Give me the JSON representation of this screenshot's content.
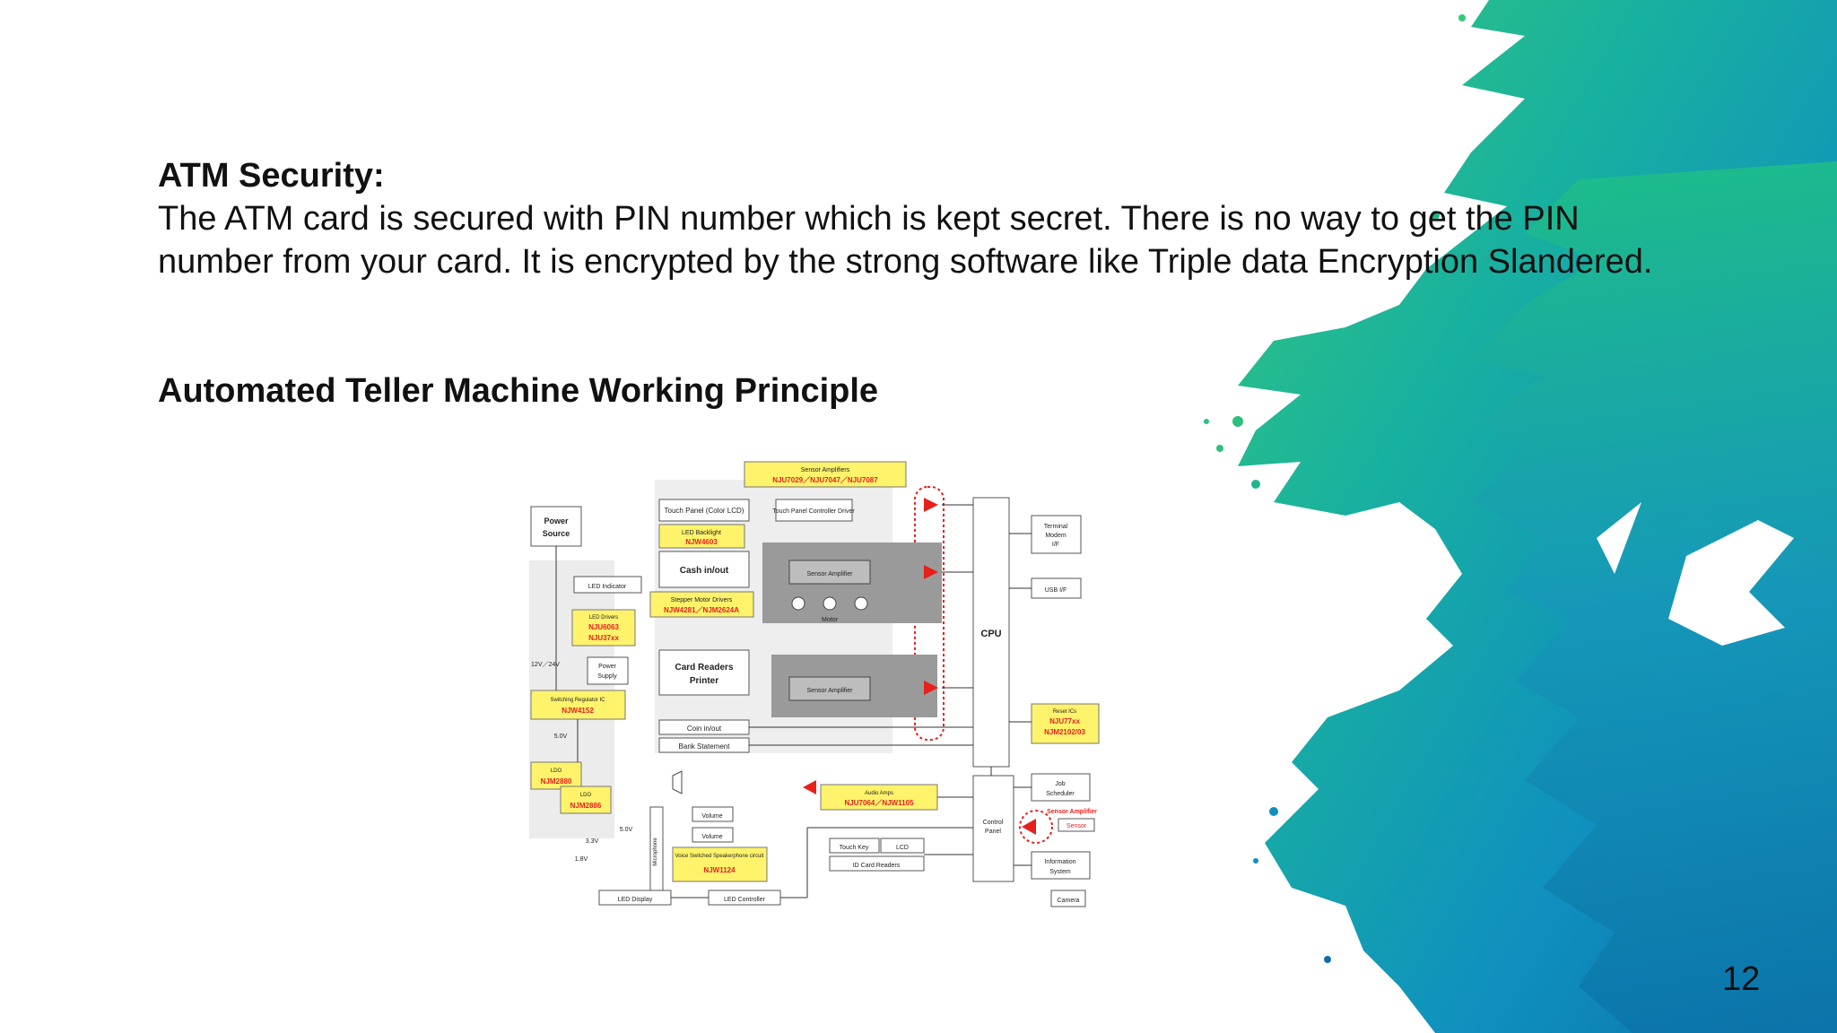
{
  "slide": {
    "heading": "ATM Security:",
    "paragraph": "The ATM card is secured with PIN number which is kept secret. There is no way to get the PIN number from your card. It is encrypted by the strong software like Triple data Encryption Slandered.",
    "subheading": "Automated Teller Machine Working Principle",
    "page_number": "12"
  },
  "diagram": {
    "sensor_amplifiers_top_label": "Sensor Amplifiers",
    "sensor_amplifiers_top_parts": "NJU7029／NJU7047／NJU7087",
    "touch_panel": "Touch Panel (Color LCD)",
    "touch_panel_driver": "Touch Panel Controller Driver",
    "led_backlight_label": "LED Backlight",
    "led_backlight_part": "NJW4603",
    "cash_inout": "Cash in/out",
    "sensor_amplifier": "Sensor Amplifier",
    "stepper_label": "Stepper Motor Drivers",
    "stepper_parts": "NJW4281／NJM2624A",
    "motor": "Motor",
    "card_readers_line1": "Card Readers",
    "card_readers_line2": "Printer",
    "coin_inout": "Coin in/out",
    "bank_statement": "Bank Statement",
    "power_source_line1": "Power",
    "power_source_line2": "Source",
    "led_indicator": "LED Indicator",
    "led_drivers_label": "LED Drivers",
    "led_drivers_part1": "NJU6063",
    "led_drivers_part2": "NJU37xx",
    "v12_24": "12V／24V",
    "power_supply_line1": "Power",
    "power_supply_line2": "Supply",
    "switching_label": "Switching Regulator IC",
    "switching_part": "NJW4152",
    "v5": "5.0V",
    "ldo1_label": "LDO",
    "ldo1_part": "NJM2880",
    "ldo2_label": "LDO",
    "ldo2_part": "NJM2886",
    "v5b": "5.0V",
    "v33": "3.3V",
    "v18": "1.8V",
    "cpu": "CPU",
    "terminal_line1": "Terminal",
    "terminal_line2": "Modem",
    "terminal_line3": "I/F",
    "usb_if": "USB I/F",
    "reset_label": "Reset ICs",
    "reset_part1": "NJU77xx",
    "reset_part2": "NJM2102/03",
    "audio_label": "Audio Amps",
    "audio_parts": "NJU7064／NJW1105",
    "volume1": "Volume",
    "volume2": "Volume",
    "voice_label": "Voice Switched Speakerphone circuit",
    "voice_part": "NJW1124",
    "touch_key": "Touch Key",
    "lcd": "LCD",
    "id_card": "ID Card Readers",
    "control_panel_line1": "Control",
    "control_panel_line2": "Panel",
    "job_scheduler_line1": "Job",
    "job_scheduler_line2": "Scheduler",
    "sensor_amp_right": "Sensor Amplifier",
    "sensor": "Sensor",
    "information_line1": "Information",
    "information_line2": "System",
    "camera": "Camera",
    "led_display": "LED Display",
    "led_controller": "LED Controller",
    "microphone": "Microphone"
  },
  "colors": {
    "highlight_fill": "#fff36b",
    "part_red": "#e8201c",
    "box_border": "#555555",
    "gray_panel": "#d6d6d6"
  }
}
